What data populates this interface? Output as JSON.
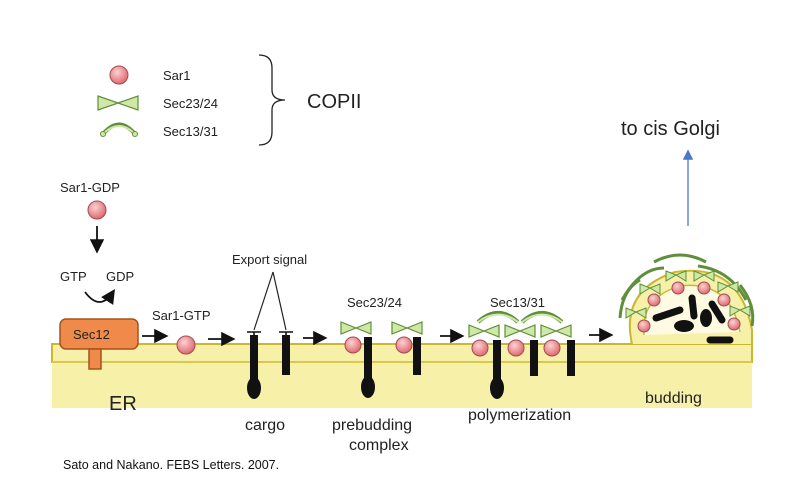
{
  "legend": {
    "items": [
      {
        "label": "Sar1",
        "icon": "sar1-sphere"
      },
      {
        "label": "Sec23/24",
        "icon": "sec23-24-bowtie"
      },
      {
        "label": "Sec13/31",
        "icon": "sec13-31-arch"
      }
    ],
    "group_label": "COPII"
  },
  "destination_label": "to cis Golgi",
  "sar1_gdp_label": "Sar1-GDP",
  "gtp_label": "GTP",
  "gdp_label": "GDP",
  "sec12_label": "Sec12",
  "sar1_gtp_label": "Sar1-GTP",
  "export_signal_label": "Export signal",
  "stage_top_labels": {
    "sec23_24": "Sec23/24",
    "sec13_31": "Sec13/31"
  },
  "er_label": "ER",
  "stages": [
    {
      "label": "cargo"
    },
    {
      "label": "prebudding",
      "label2": "complex"
    },
    {
      "label": "polymerization"
    },
    {
      "label": "budding"
    }
  ],
  "citation": "Sato and Nakano. FEBS Letters. 2007.",
  "colors": {
    "sar1_fill": "#e8868a",
    "sec23_24_fill": "#cfe8a6",
    "sec23_24_stroke": "#5f8f3a",
    "er_fill": "#f7f0a8",
    "er_stroke": "#c9b830",
    "sec12_fill": "#ef8a4a",
    "arrow_blue": "#4a78c4"
  }
}
